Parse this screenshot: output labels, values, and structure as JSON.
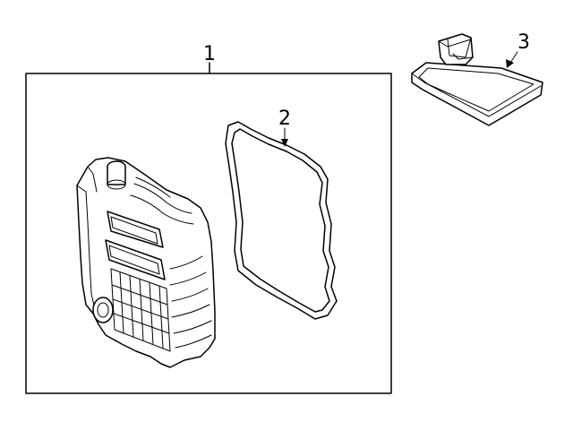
{
  "callouts": {
    "pan_assembly": "1",
    "gasket": "2",
    "filter": "3"
  },
  "colors": {
    "line": "#000000",
    "background": "#ffffff"
  }
}
